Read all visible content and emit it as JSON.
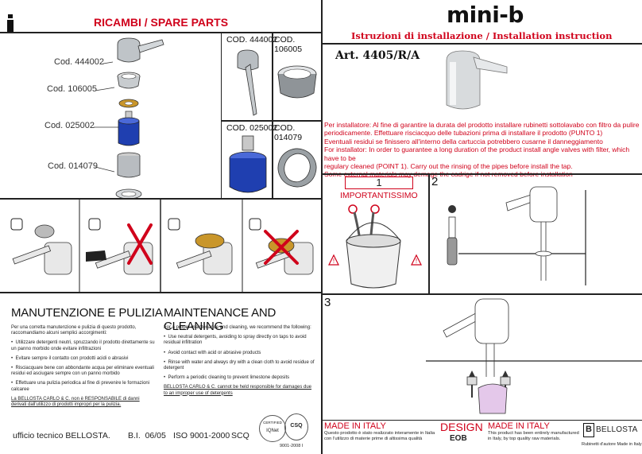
{
  "left": {
    "brand_mark": "i",
    "title": "RICAMBI / SPARE PARTS",
    "labels": [
      {
        "code": "Cod. 444002"
      },
      {
        "code": "Cod. 106005"
      },
      {
        "code": "Cod. 025002"
      },
      {
        "code": "Cod. 014079"
      }
    ],
    "cells": [
      {
        "title": "COD. 444002"
      },
      {
        "title": "COD. 106005"
      },
      {
        "title": "COD. 025002"
      },
      {
        "title": "COD. 014079"
      }
    ],
    "maint_it": {
      "title": "MANUTENZIONE E PULIZIA",
      "intro": "Per una corretta manutenzione e pulizia di questo prodotto, raccomandiamo alcuni semplici accorgimenti:",
      "bullets": [
        "Utilizzare detergenti neutri, spruzzando il prodotto direttamente su un panno morbido onde evitare infiltrazioni",
        "Evitare sempre il contatto con prodotti acidi o abrasivi",
        "Risciacquare bene con abbondante acqua per eliminare eventuali residui ed asciugare sempre con un panno morbido",
        "Effettuare una pulizia periodica al fine di prevenire le formazioni calcaree"
      ],
      "disclaimer": "La BELLOSTA CARLO & C. non è RESPONSABILE di danni derivati dall'utilizzo di prodotti impropri per la pulizia."
    },
    "maint_en": {
      "title": "MAINTENANCE AND CLEANING",
      "intro": "For a proper maintenance and cleaning, we recommend the following:",
      "bullets": [
        "Use neutral detergents, avoiding to spray directly on taps to avoid residual infiltration",
        "Avoid contact with acid or abrasive products",
        "Rinse with water and always dry with a clean cloth to avoid residue of detergent",
        "Perform a periodic cleaning to prevent limestone deposits"
      ],
      "disclaimer": "BELLOSTA CARLO & C. cannot be held responsible for damages due to an improper use of detergents"
    },
    "footer": {
      "office": "ufficio tecnico BELLOSTA.",
      "bi": "B.I.  06/05",
      "iso": "ISO 9001-2000",
      "scq": "SCQ",
      "cert_badge_1": "CERTIFIED",
      "cert_badge_1_sub": "IQNet",
      "cert_badge_2": "CSQ",
      "cert_code": "9001-2008 I"
    }
  },
  "right": {
    "logo": "mini-b",
    "subtitle": "Istruzioni di installazione / Installation instruction",
    "article": "Art. 4405/R/A",
    "red_note_lines": [
      "Per installatore: Al fine di garantire la durata del prodotto installare rubinetti sottolavabo con filtro da pulire",
      "periodicamente. Effettuare risciacquo delle tubazioni prima di installare il prodotto (PUNTO 1)",
      "Eventuali residui se finissero all'interno della cartuccia potrebbero cusarne il danneggiamento",
      "For installator: In order to guarantee a long duration of the product install angle valves with filter, which have to be",
      "regulary cleaned (POINT 1). Carry out the rinsing of the pipes before install the tap.",
      "Some external materials may demage the cadrige if not removed before installation"
    ],
    "step1": {
      "num": "1",
      "label": "IMPORTANTISSIMO"
    },
    "step2": {
      "num": "2"
    },
    "step3": {
      "num": "3"
    },
    "made_in_italy_it": {
      "title": "MADE IN ITALY",
      "text": "Questo prodotto è stato realizzato interamente in Italia con l'utilizzo di materie prime di altissima qualità"
    },
    "design": {
      "title": "DESIGN",
      "sub": "EOB"
    },
    "made_in_italy_en": {
      "title": "MADE IN ITALY",
      "text": "This product has been entirely manufactured in Italy, by top quality raw materials."
    },
    "bellosta": {
      "logo_letter": "B",
      "name": "BELLOSTA",
      "caption": "Rubinetti d'autore Made in Italy"
    }
  },
  "colors": {
    "accent_red": "#d0021b",
    "cartridge_blue": "#1f3fb0",
    "seal_gold": "#c9962a"
  }
}
